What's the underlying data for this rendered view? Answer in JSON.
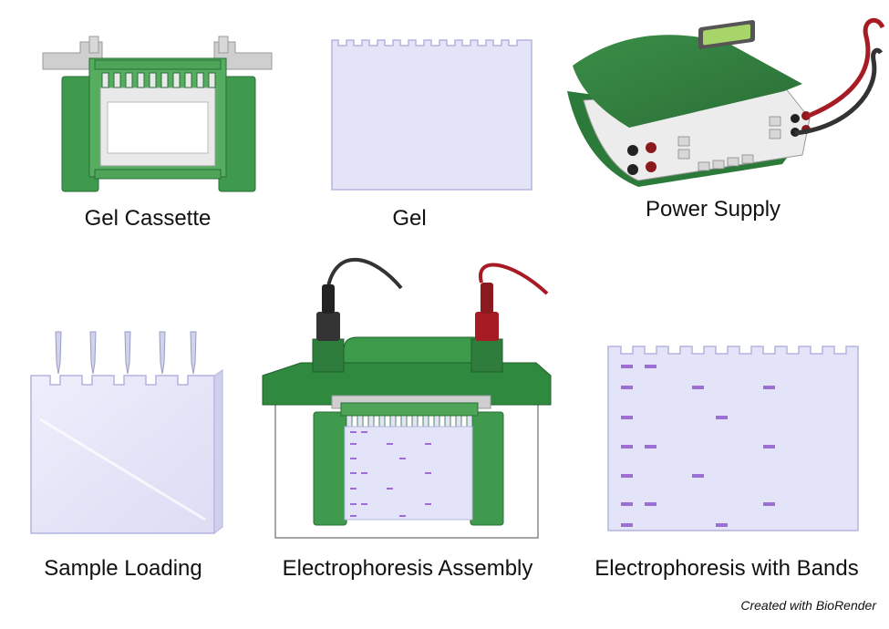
{
  "panels": {
    "gel_cassette": {
      "label": "Gel Cassette"
    },
    "gel": {
      "label": "Gel"
    },
    "power_supply": {
      "label": "Power Supply"
    },
    "sample_loading": {
      "label": "Sample Loading"
    },
    "electrophoresis_assembly": {
      "label": "Electrophoresis Assembly"
    },
    "electrophoresis_bands": {
      "label": "Electrophoresis with Bands"
    }
  },
  "credit": "Created with BioRender",
  "colors": {
    "cassette_green": "#3f9a4e",
    "dark_green": "#2f7d3c",
    "gel_fill": "#e4e4f8",
    "gel_edge": "#b3b3e0",
    "band_purple": "#9b6fd6",
    "lcd_green": "#a8d56a",
    "cable_red": "#a61b24",
    "cable_black": "#333333"
  }
}
